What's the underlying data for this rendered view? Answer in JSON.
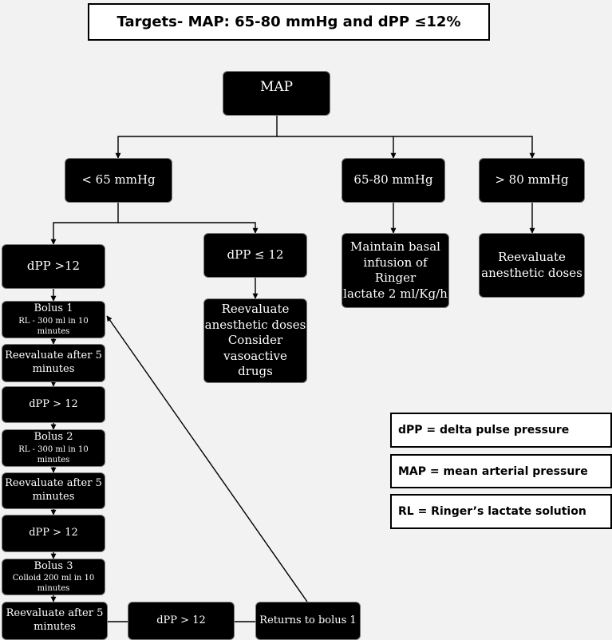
{
  "title": "Targets- MAP: 65-80 mmHg and dPP ≤12%",
  "nodes": {
    "map": "MAP",
    "lt65": "< 65 mmHg",
    "n6580": "65-80 mmHg",
    "gt80": "> 80 mmHg",
    "dpp_gt12": "dPP >12",
    "dpp_le12": "dPP ≤ 12",
    "maintain": [
      "Maintain basal",
      "infusion of Ringer",
      "lactate 2 ml/Kg/h"
    ],
    "reeval_anesthetic": [
      "Reevaluate",
      "anesthetic doses"
    ],
    "reeval_consider": [
      "Reevaluate",
      "anesthetic doses",
      "Consider",
      "vasoactive drugs"
    ],
    "bolus1": [
      "Bolus 1",
      "RL - 300 ml in 10 minutes"
    ],
    "reeval5_1": [
      "Reevaluate after 5",
      "minutes"
    ],
    "dpp_check_1": "dPP > 12",
    "bolus2": [
      "Bolus 2",
      "RL - 300 ml in 10 minutes"
    ],
    "reeval5_2": [
      "Reevaluate after 5",
      "minutes"
    ],
    "dpp_check_2": "dPP > 12",
    "bolus3": [
      "Bolus 3",
      "Colloid 200 ml in 10 minutes"
    ],
    "reeval5_3": [
      "Reevaluate after 5",
      "minutes"
    ],
    "dpp_check_3": "dPP > 12",
    "returns": "Returns to bolus 1"
  },
  "legend": [
    "dPP = delta pulse pressure",
    "MAP = mean arterial pressure",
    "RL = Ringer’s lactate solution"
  ],
  "colors": {
    "node_bg": "#000000",
    "node_text": "#ffffff",
    "background": "#f2f2f2"
  }
}
